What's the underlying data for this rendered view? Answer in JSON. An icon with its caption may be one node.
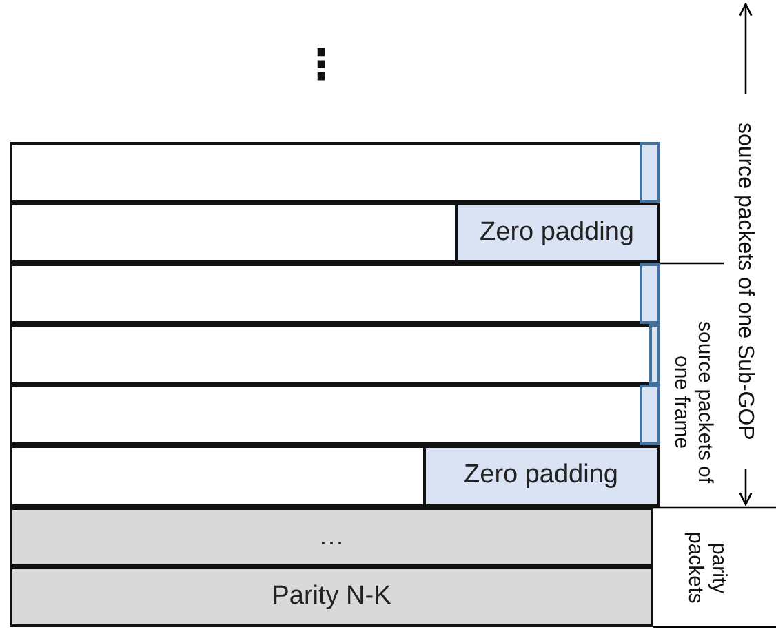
{
  "diagram": {
    "nodes": [
      {
        "text": [],
        "shape": "box"
      },
      {
        "text": [],
        "shape": "bar",
        "in": 0
      },
      {
        "text": [],
        "shape": "box"
      },
      {
        "text": [
          "Zero padding"
        ],
        "in": 2
      },
      {
        "text": [],
        "shape": "box"
      },
      {
        "text": [],
        "shape": "bar",
        "in": 4
      },
      {
        "text": [],
        "shape": "box"
      },
      {
        "text": [],
        "shape": "bar",
        "in": 6
      },
      {
        "text": [],
        "shape": "box"
      },
      {
        "text": [],
        "shape": "bar",
        "in": 8
      },
      {
        "text": [],
        "shape": "box"
      },
      {
        "text": [
          "Zero padding"
        ],
        "in": 10
      },
      {
        "text": [
          "…"
        ]
      },
      {
        "text": [
          "Parity N-K"
        ]
      }
    ],
    "edges": [],
    "labels": [
      "⋮",
      "source packets of one Sub-GOP",
      "source packets of one frame",
      "parity packets"
    ]
  }
}
